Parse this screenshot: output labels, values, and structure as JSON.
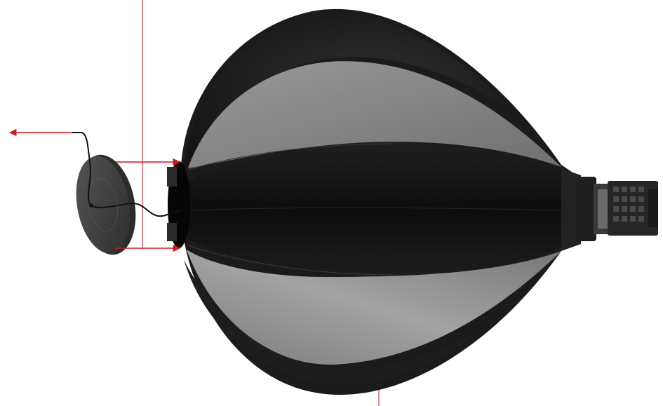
{
  "diagram": {
    "colors": {
      "background": "#ffffff",
      "leader_line": "#d4202c",
      "arrow": "#e0141e",
      "cable": "#111111",
      "panel_dark": "#1e1e1e",
      "panel_light": "#8c8c8c",
      "center_dark": "#151515",
      "diffuser_disk": "#3f3f3f",
      "speedring_mount": "#262626"
    },
    "parts": [
      "softbox-umbrella",
      "front-opening",
      "inner-diffuser-disk",
      "speedring-mount",
      "power-cable"
    ],
    "arrows": [
      "cable-outlet-arrow",
      "disk-top-attachment-arrow",
      "disk-bottom-attachment-arrow"
    ]
  }
}
